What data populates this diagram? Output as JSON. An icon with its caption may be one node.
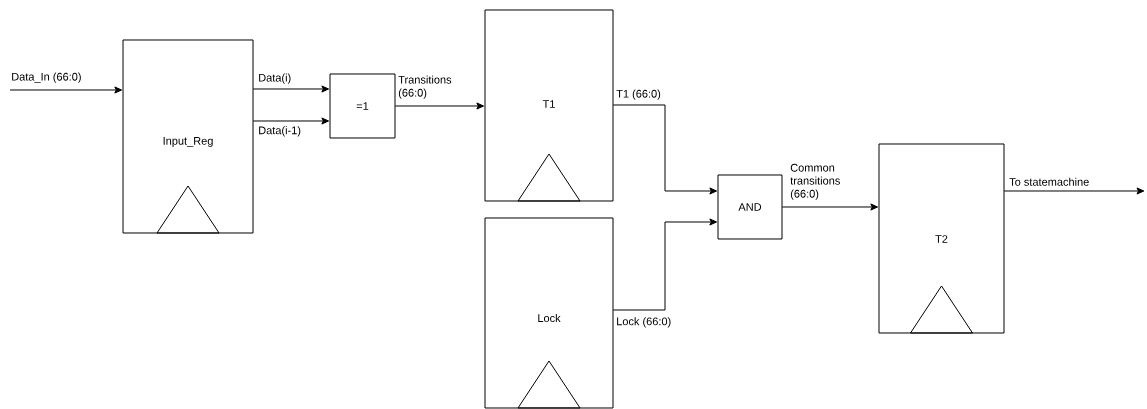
{
  "diagram": {
    "nodes": [
      {
        "text": [
          "Input_Reg"
        ]
      },
      {
        "text": [
          "=1"
        ]
      },
      {
        "text": [
          "T1"
        ]
      },
      {
        "text": [
          "Lock"
        ]
      },
      {
        "text": [
          "AND"
        ]
      },
      {
        "text": [
          "T2"
        ]
      }
    ],
    "edges": [
      {
        "from": null,
        "to": 0,
        "arrow": "to",
        "label": "Data_In (66:0)"
      },
      {
        "from": 0,
        "to": 1,
        "arrow": "to",
        "label": "Data(i)"
      },
      {
        "from": 0,
        "to": 1,
        "arrow": "to",
        "label": "Data(i-1)"
      },
      {
        "from": 1,
        "to": 2,
        "arrow": "to",
        "label": "Transitions (66:0)"
      },
      {
        "from": 2,
        "to": 4,
        "arrow": "to",
        "label": "T1 (66:0)"
      },
      {
        "from": 3,
        "to": 4,
        "arrow": "to",
        "label": "Lock (66:0)"
      },
      {
        "from": 4,
        "to": 5,
        "arrow": "to",
        "label": "Common transitions (66:0)"
      },
      {
        "from": 5,
        "to": null,
        "arrow": "to",
        "label": "To statemachine"
      }
    ]
  }
}
